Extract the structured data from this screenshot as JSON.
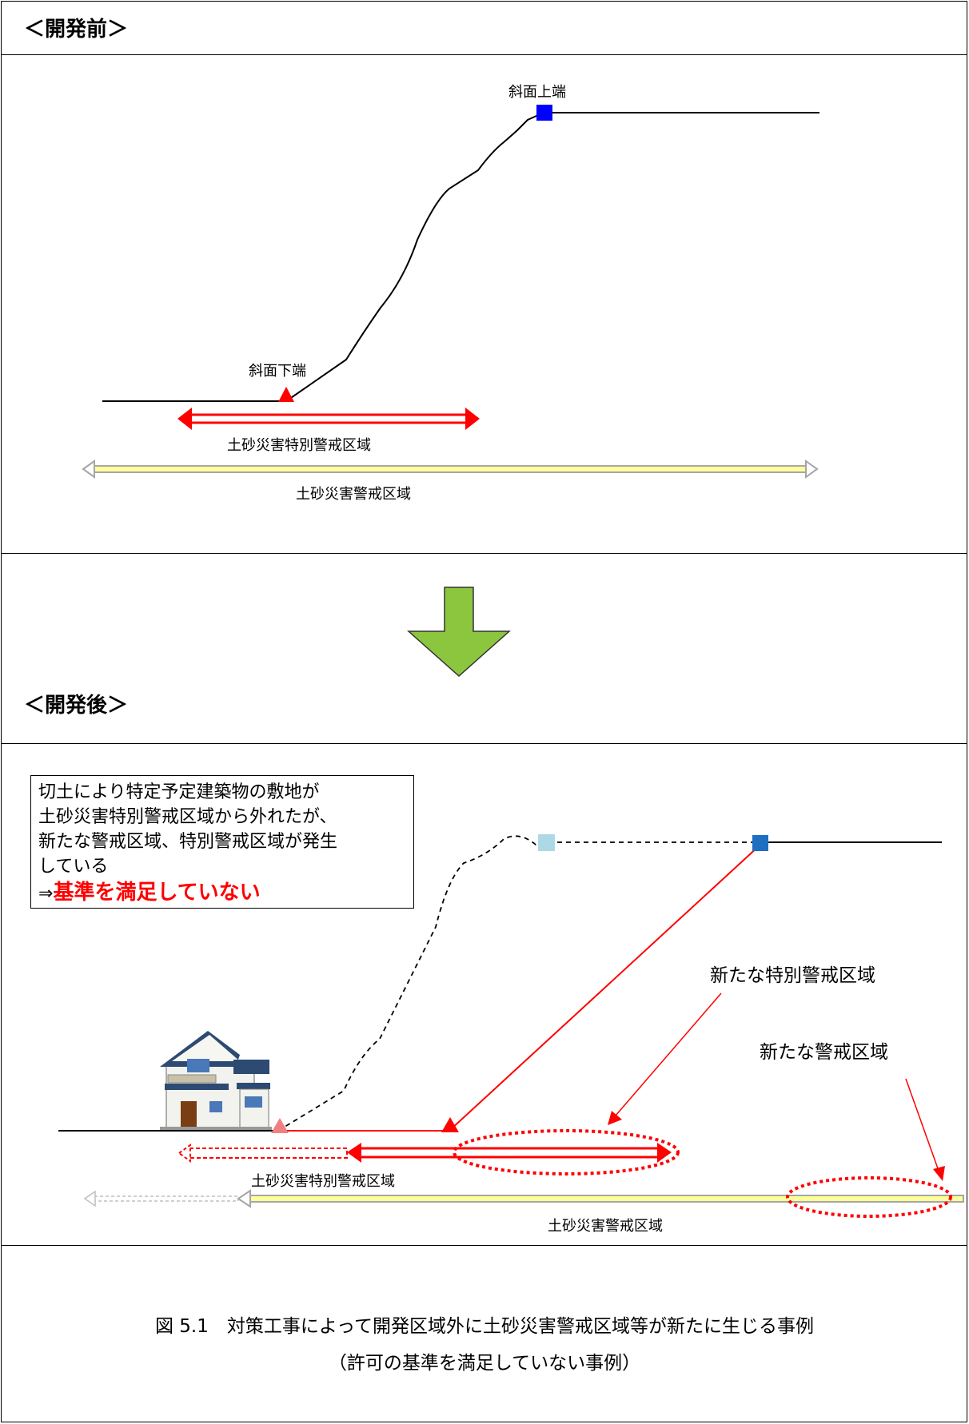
{
  "before": {
    "title": "＜開発前＞",
    "slope_top_label": "斜面上端",
    "slope_bottom_label": "斜面下端",
    "special_zone_label": "土砂災害特別警戒区域",
    "zone_label": "土砂災害警戒区域"
  },
  "after": {
    "title": "＜開発後＞",
    "note_lines": [
      "切土により特定予定建築物の敷地が",
      "土砂災害特別警戒区域から外れたが、",
      "新たな警戒区域、特別警戒区域が発生",
      "している"
    ],
    "note_conclusion_prefix": "⇒",
    "note_conclusion": "基準を満足していない",
    "new_special_zone_label": "新たな特別警戒区域",
    "new_zone_label": "新たな警戒区域",
    "special_zone_label": "土砂災害特別警戒区域",
    "zone_label": "土砂災害警戒区域"
  },
  "caption": {
    "line1": "図 5.1　対策工事によって開発区域外に土砂災害警戒区域等が新たに生じる事例",
    "line2": "（許可の基準を満足していない事例）"
  },
  "colors": {
    "special_zone": "#ff0000",
    "zone": "#ffff99",
    "zone_border": "#a6a6a6",
    "slope_top": "#0000ff",
    "slope_top_new": "#1f6fc0",
    "slope_top_old": "#add8e6",
    "slope_bottom": "#ff0000",
    "slope_bottom_new": "#f08080",
    "arrow_down": "#8cc63f"
  }
}
